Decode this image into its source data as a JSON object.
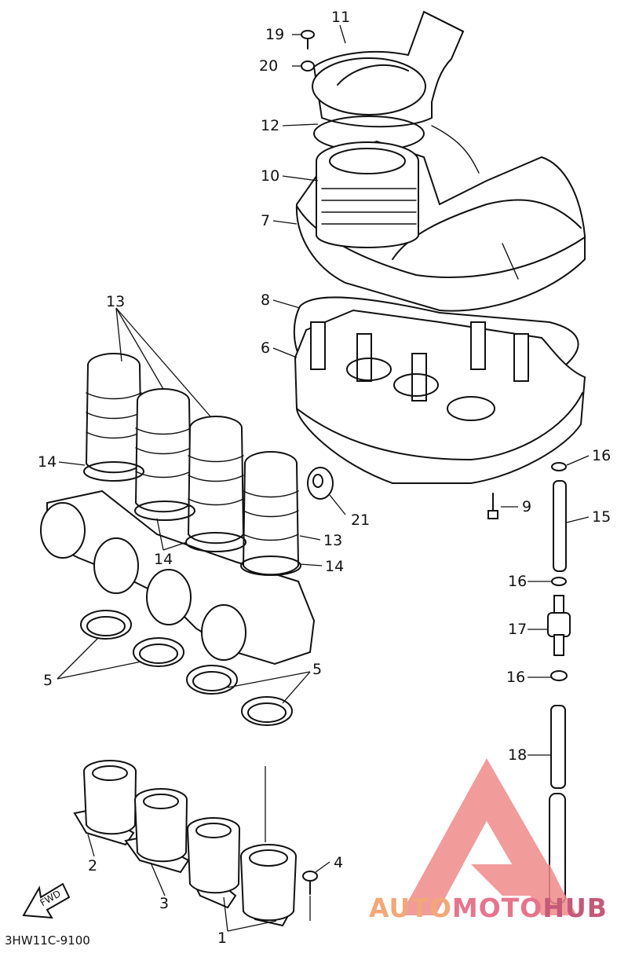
{
  "diagram": {
    "part_code": "3HW11C-9100",
    "fwd_label": "FWD",
    "callouts": [
      "1",
      "2",
      "3",
      "4",
      "5",
      "5",
      "6",
      "7",
      "8",
      "9",
      "10",
      "11",
      "12",
      "13",
      "13",
      "14",
      "14",
      "14",
      "15",
      "16",
      "16",
      "16",
      "17",
      "18",
      "19",
      "20",
      "21"
    ]
  },
  "watermark": {
    "word1": "AUTO",
    "word2": "MOTO",
    "word3": "HUB",
    "colors": {
      "primary": "#f08a8a",
      "orange": "#f2a878",
      "pink": "#e8748c",
      "magenta": "#c45a78"
    }
  }
}
